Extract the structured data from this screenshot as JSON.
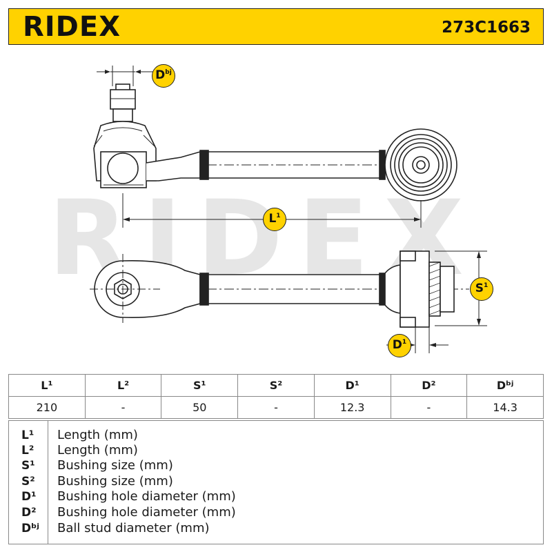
{
  "header": {
    "brand": "RIDEX",
    "part_number": "273C1663"
  },
  "diagram": {
    "watermark": "RIDEX",
    "labels": {
      "dbj": "Dbj",
      "l1": "L1",
      "s1": "S1",
      "d1": "D1"
    },
    "colors": {
      "accent": "#ffd200",
      "line": "#222222",
      "watermark": "#e6e6e6"
    }
  },
  "specs": {
    "headers": [
      "L¹",
      "L²",
      "S¹",
      "S²",
      "D¹",
      "D²",
      "Dᵇʲ"
    ],
    "values": [
      "210",
      "-",
      "50",
      "-",
      "12.3",
      "-",
      "14.3"
    ]
  },
  "legend": [
    {
      "key": "L¹",
      "desc": "Length (mm)"
    },
    {
      "key": "L²",
      "desc": "Length (mm)"
    },
    {
      "key": "S¹",
      "desc": "Bushing size (mm)"
    },
    {
      "key": "S²",
      "desc": "Bushing size (mm)"
    },
    {
      "key": "D¹",
      "desc": "Bushing hole diameter (mm)"
    },
    {
      "key": "D²",
      "desc": "Bushing hole diameter (mm)"
    },
    {
      "key": "Dᵇʲ",
      "desc": "Ball stud diameter (mm)"
    }
  ]
}
